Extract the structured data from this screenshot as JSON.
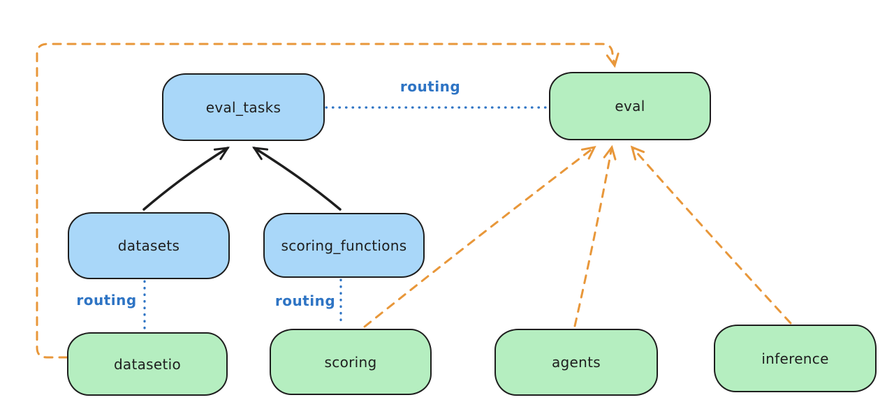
{
  "diagram": {
    "nodes": [
      {
        "id": "eval_tasks",
        "label": "eval_tasks",
        "fill": "#a9d7f9"
      },
      {
        "id": "eval",
        "label": "eval",
        "fill": "#b5eec0"
      },
      {
        "id": "datasets",
        "label": "datasets",
        "fill": "#a9d7f9"
      },
      {
        "id": "scoring_functions",
        "label": "scoring_functions",
        "fill": "#a9d7f9"
      },
      {
        "id": "datasetio",
        "label": "datasetio",
        "fill": "#b5eec0"
      },
      {
        "id": "scoring",
        "label": "scoring",
        "fill": "#b5eec0"
      },
      {
        "id": "agents",
        "label": "agents",
        "fill": "#b5eec0"
      },
      {
        "id": "inference",
        "label": "inference",
        "fill": "#b5eec0"
      }
    ],
    "edges": [
      {
        "from": "datasets",
        "to": "eval_tasks",
        "style": "solid-black-arrow",
        "label": ""
      },
      {
        "from": "scoring_functions",
        "to": "eval_tasks",
        "style": "solid-black-arrow",
        "label": ""
      },
      {
        "from": "eval_tasks",
        "to": "eval",
        "style": "dotted-blue",
        "label": "routing"
      },
      {
        "from": "datasets",
        "to": "datasetio",
        "style": "dotted-blue",
        "label": "routing"
      },
      {
        "from": "scoring_functions",
        "to": "scoring",
        "style": "dotted-blue",
        "label": "routing"
      },
      {
        "from": "datasetio",
        "to": "eval",
        "style": "dashed-orange-arrow",
        "label": ""
      },
      {
        "from": "scoring",
        "to": "eval",
        "style": "dashed-orange-arrow",
        "label": ""
      },
      {
        "from": "agents",
        "to": "eval",
        "style": "dashed-orange-arrow",
        "label": ""
      },
      {
        "from": "inference",
        "to": "eval",
        "style": "dashed-orange-arrow",
        "label": ""
      }
    ],
    "colors": {
      "node_blue_fill": "#a9d7f9",
      "node_green_fill": "#b5eec0",
      "node_border": "#1e1e1e",
      "edge_black": "#1e1e1e",
      "edge_blue": "#2e74c4",
      "edge_orange": "#e8973a",
      "background": "#ffffff"
    }
  }
}
